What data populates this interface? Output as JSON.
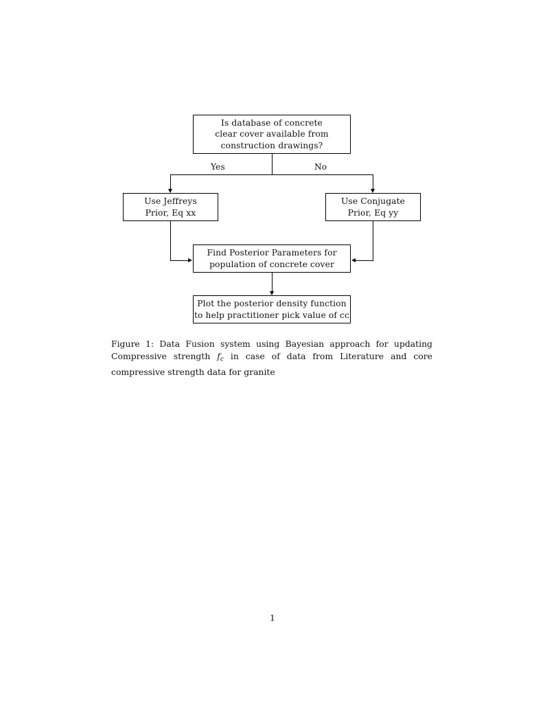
{
  "document": {
    "page_number": "1",
    "caption_prefix": "Figure 1:",
    "caption_part1": " Data Fusion system using Bayesian approach for updating Compressive strength ",
    "caption_math": "f",
    "caption_math_sub": "c",
    "caption_part2": " in case of data from Literature and core compressive strength data for granite"
  },
  "flowchart": {
    "title": "Data Fusion Bayesian decision flowchart",
    "nodes": [
      {
        "id": "decision",
        "type": "decision-box",
        "lines": [
          "Is database of concrete",
          "clear cover available from",
          "construction drawings?"
        ]
      },
      {
        "id": "jeffreys",
        "type": "process-box",
        "lines": [
          "Use Jeffreys",
          "Prior, Eq xx"
        ]
      },
      {
        "id": "conjugate",
        "type": "process-box",
        "lines": [
          "Use Conjugate",
          "Prior, Eq yy"
        ]
      },
      {
        "id": "posterior",
        "type": "process-box",
        "lines": [
          "Find Posterior Parameters for",
          "population of concrete cover"
        ]
      },
      {
        "id": "plot",
        "type": "process-box",
        "lines": [
          "Plot the posterior density function",
          "to help practitioner pick value of cc"
        ]
      }
    ],
    "edges": [
      {
        "id": "yes",
        "label": "Yes",
        "from": "decision",
        "to": "jeffreys"
      },
      {
        "id": "no",
        "label": "No",
        "from": "decision",
        "to": "conjugate"
      },
      {
        "id": "jeffreys-to-posterior",
        "label": "",
        "from": "jeffreys",
        "to": "posterior"
      },
      {
        "id": "conjugate-to-posterior",
        "label": "",
        "from": "conjugate",
        "to": "posterior"
      },
      {
        "id": "posterior-to-plot",
        "label": "",
        "from": "posterior",
        "to": "plot"
      }
    ],
    "colors": {
      "stroke": "#000000",
      "fill": "#ffffff",
      "text": "#111111"
    }
  }
}
